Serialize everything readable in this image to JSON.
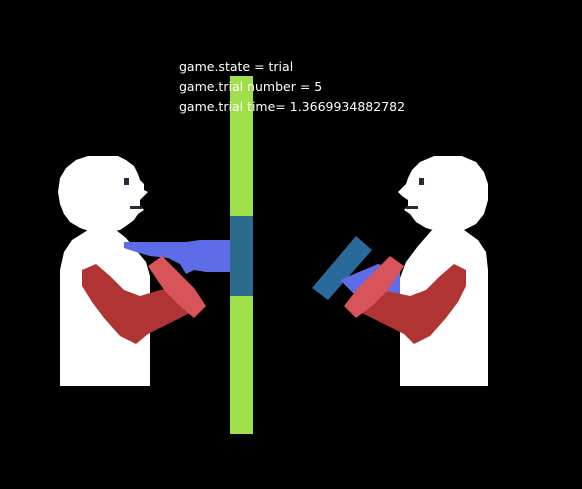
{
  "debug": {
    "state_line": "game.state = trial",
    "trial_number_line": "game.trial number = 5",
    "trial_time_line": "game.trial time= 1.3669934882782"
  },
  "colors": {
    "background": "#000000",
    "body": "#ffffff",
    "arm": "#b03434",
    "gun_grip": "#d9535a",
    "gun_left": "#5f6ce8",
    "gun_right_barrel": "#2a6a9a",
    "divider": "#9fe04a",
    "divider_center": "#2d6b8c"
  }
}
